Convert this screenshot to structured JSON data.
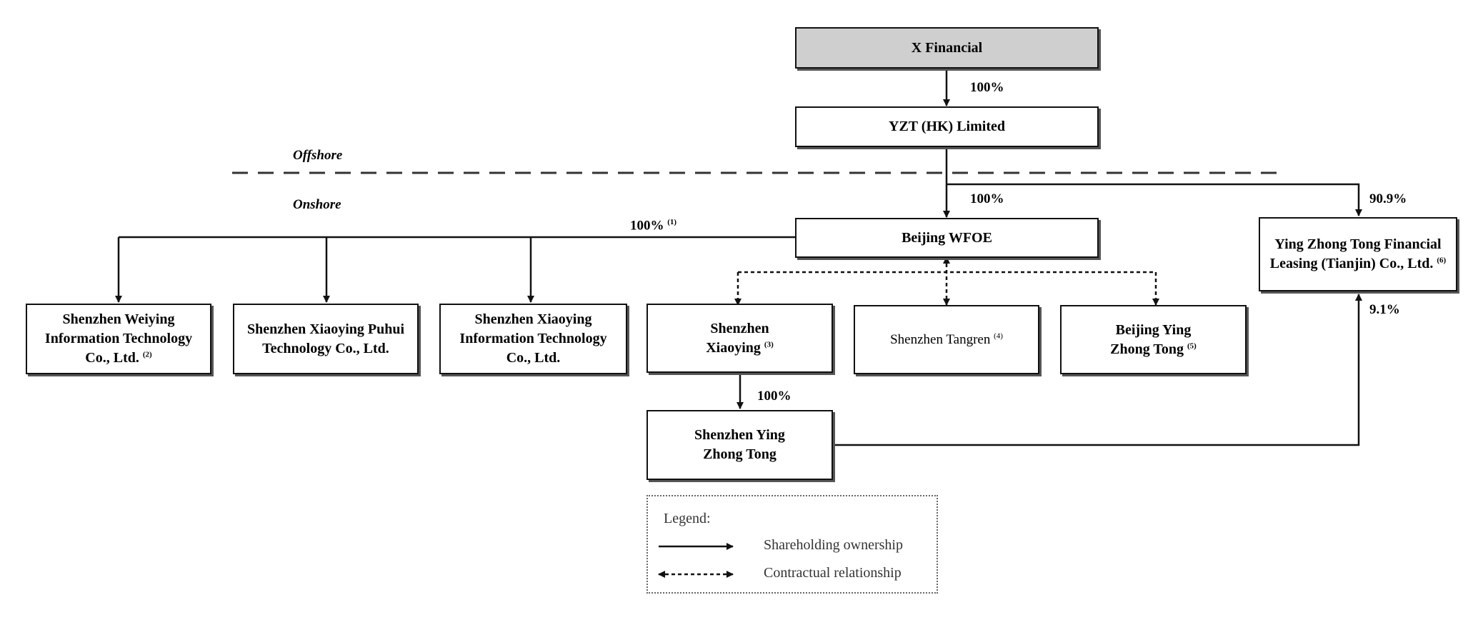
{
  "entities": {
    "x_financial": "X Financial",
    "yzt_hk": "YZT (HK) Limited",
    "beijing_wfoe": "Beijing WFOE",
    "ying_zhong_tong_leasing": {
      "text": "Ying Zhong Tong Financial Leasing (Tianjin) Co., Ltd.",
      "note": "(6)"
    },
    "shenzhen_weiying": {
      "text": "Shenzhen Weiying Information Technology Co., Ltd.",
      "note": "(2)"
    },
    "shenzhen_xiaoying_puhui": "Shenzhen Xiaoying Puhui Technology Co., Ltd.",
    "shenzhen_xiaoying_info": "Shenzhen Xiaoying Information Technology Co., Ltd.",
    "shenzhen_xiaoying": {
      "text": "Shenzhen Xiaoying",
      "note": "(3)"
    },
    "shenzhen_tangren": {
      "text": "Shenzhen Tangren",
      "note": "(4)"
    },
    "beijing_ying_zhong_tong": {
      "text": "Beijing Ying Zhong Tong",
      "note": "(5)"
    },
    "shenzhen_ying_zhong_tong": "Shenzhen Ying Zhong Tong"
  },
  "ownership_labels": {
    "x_to_yzt": "100%",
    "yzt_to_wfoe": "100%",
    "wfoe_to_subsidiaries": {
      "text": "100%",
      "note": "(1)"
    },
    "yzt_to_leasing": "90.9%",
    "szyzt_to_leasing": "9.1%",
    "xiaoying_to_szyzt": "100%"
  },
  "zones": {
    "offshore": "Offshore",
    "onshore": "Onshore"
  },
  "legend": {
    "title": "Legend:",
    "shareholding": "Shareholding ownership",
    "contractual": "Contractual relationship"
  }
}
